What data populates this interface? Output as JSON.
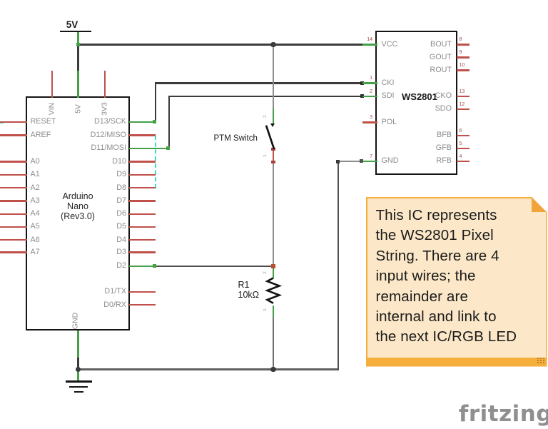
{
  "app": {
    "watermark": "fritzing"
  },
  "colors": {
    "wire_green": "#45a049",
    "wire_red": "#c0504a",
    "wire_dark": "#3b3b3b",
    "wire_gray": "#8d8d8d",
    "ratsnest_teal": "#35e0c8",
    "pin_label_gray": "#8c8c8c",
    "pin_number_red": "#a04b4b",
    "note_bg": "#fce8c8",
    "note_accent": "#f6ae3c",
    "watermark_gray": "#8f8f8f"
  },
  "power_symbol": {
    "label": "5V"
  },
  "arduino": {
    "title": {
      "line1": "Arduino",
      "line2": "Nano",
      "line3": "(Rev3.0)"
    },
    "top_pins": [
      {
        "label": "VIN",
        "state": "red"
      },
      {
        "label": "5V",
        "state": "green"
      },
      {
        "label": "3V3",
        "state": "red"
      }
    ],
    "bottom_pins": [
      {
        "label": "GND",
        "state": "green"
      }
    ],
    "left_pins": [
      {
        "label": "RESET",
        "state": "red"
      },
      {
        "label": "AREF",
        "state": "red"
      },
      {
        "label": "A0",
        "state": "red"
      },
      {
        "label": "A1",
        "state": "red"
      },
      {
        "label": "A2",
        "state": "red"
      },
      {
        "label": "A3",
        "state": "red"
      },
      {
        "label": "A4",
        "state": "red"
      },
      {
        "label": "A5",
        "state": "red"
      },
      {
        "label": "A6",
        "state": "red"
      },
      {
        "label": "A7",
        "state": "red"
      }
    ],
    "right_pins": [
      {
        "label": "D13/SCK",
        "state": "green"
      },
      {
        "label": "D12/MISO",
        "state": "red"
      },
      {
        "label": "D11/MOSI",
        "state": "green"
      },
      {
        "label": "D10",
        "state": "red"
      },
      {
        "label": "D9",
        "state": "red"
      },
      {
        "label": "D8",
        "state": "red"
      },
      {
        "label": "D7",
        "state": "red"
      },
      {
        "label": "D6",
        "state": "red"
      },
      {
        "label": "D5",
        "state": "red"
      },
      {
        "label": "D4",
        "state": "red"
      },
      {
        "label": "D3",
        "state": "red"
      },
      {
        "label": "D2",
        "state": "green"
      },
      {
        "label": "D1/TX",
        "state": "red"
      },
      {
        "label": "D0/RX",
        "state": "red"
      }
    ]
  },
  "ws2801": {
    "title": "WS2801",
    "left_pins": [
      {
        "num": "14",
        "label": "VCC",
        "state": "green"
      },
      {
        "num": "1",
        "label": "CKI",
        "state": "green"
      },
      {
        "num": "2",
        "label": "SDI",
        "state": "green"
      },
      {
        "num": "3",
        "label": "POL",
        "state": "red"
      },
      {
        "num": "7",
        "label": "GND",
        "state": "green"
      }
    ],
    "right_pins": [
      {
        "num": "8",
        "label": "BOUT",
        "state": "red"
      },
      {
        "num": "9",
        "label": "GOUT",
        "state": "red"
      },
      {
        "num": "10",
        "label": "ROUT",
        "state": "red"
      },
      {
        "num": "13",
        "label": "CKO",
        "state": "red"
      },
      {
        "num": "12",
        "label": "SDO",
        "state": "red"
      },
      {
        "num": "6",
        "label": "BFB",
        "state": "red"
      },
      {
        "num": "5",
        "label": "GFB",
        "state": "red"
      },
      {
        "num": "4",
        "label": "RFB",
        "state": "red"
      }
    ]
  },
  "ptm_switch": {
    "label": "PTM Switch",
    "pin_top_num": "2",
    "pin_bottom_num": "1"
  },
  "resistor": {
    "designator": "R1",
    "value": "10kΩ",
    "pin_top_num": "2",
    "pin_bottom_num": "1"
  },
  "sticky_note": {
    "lines": [
      "This IC represents",
      "the WS2801 Pixel",
      "String. There are 4",
      "input wires; the",
      "remainder are",
      "internal and link to",
      "the next IC/RGB LED"
    ]
  }
}
